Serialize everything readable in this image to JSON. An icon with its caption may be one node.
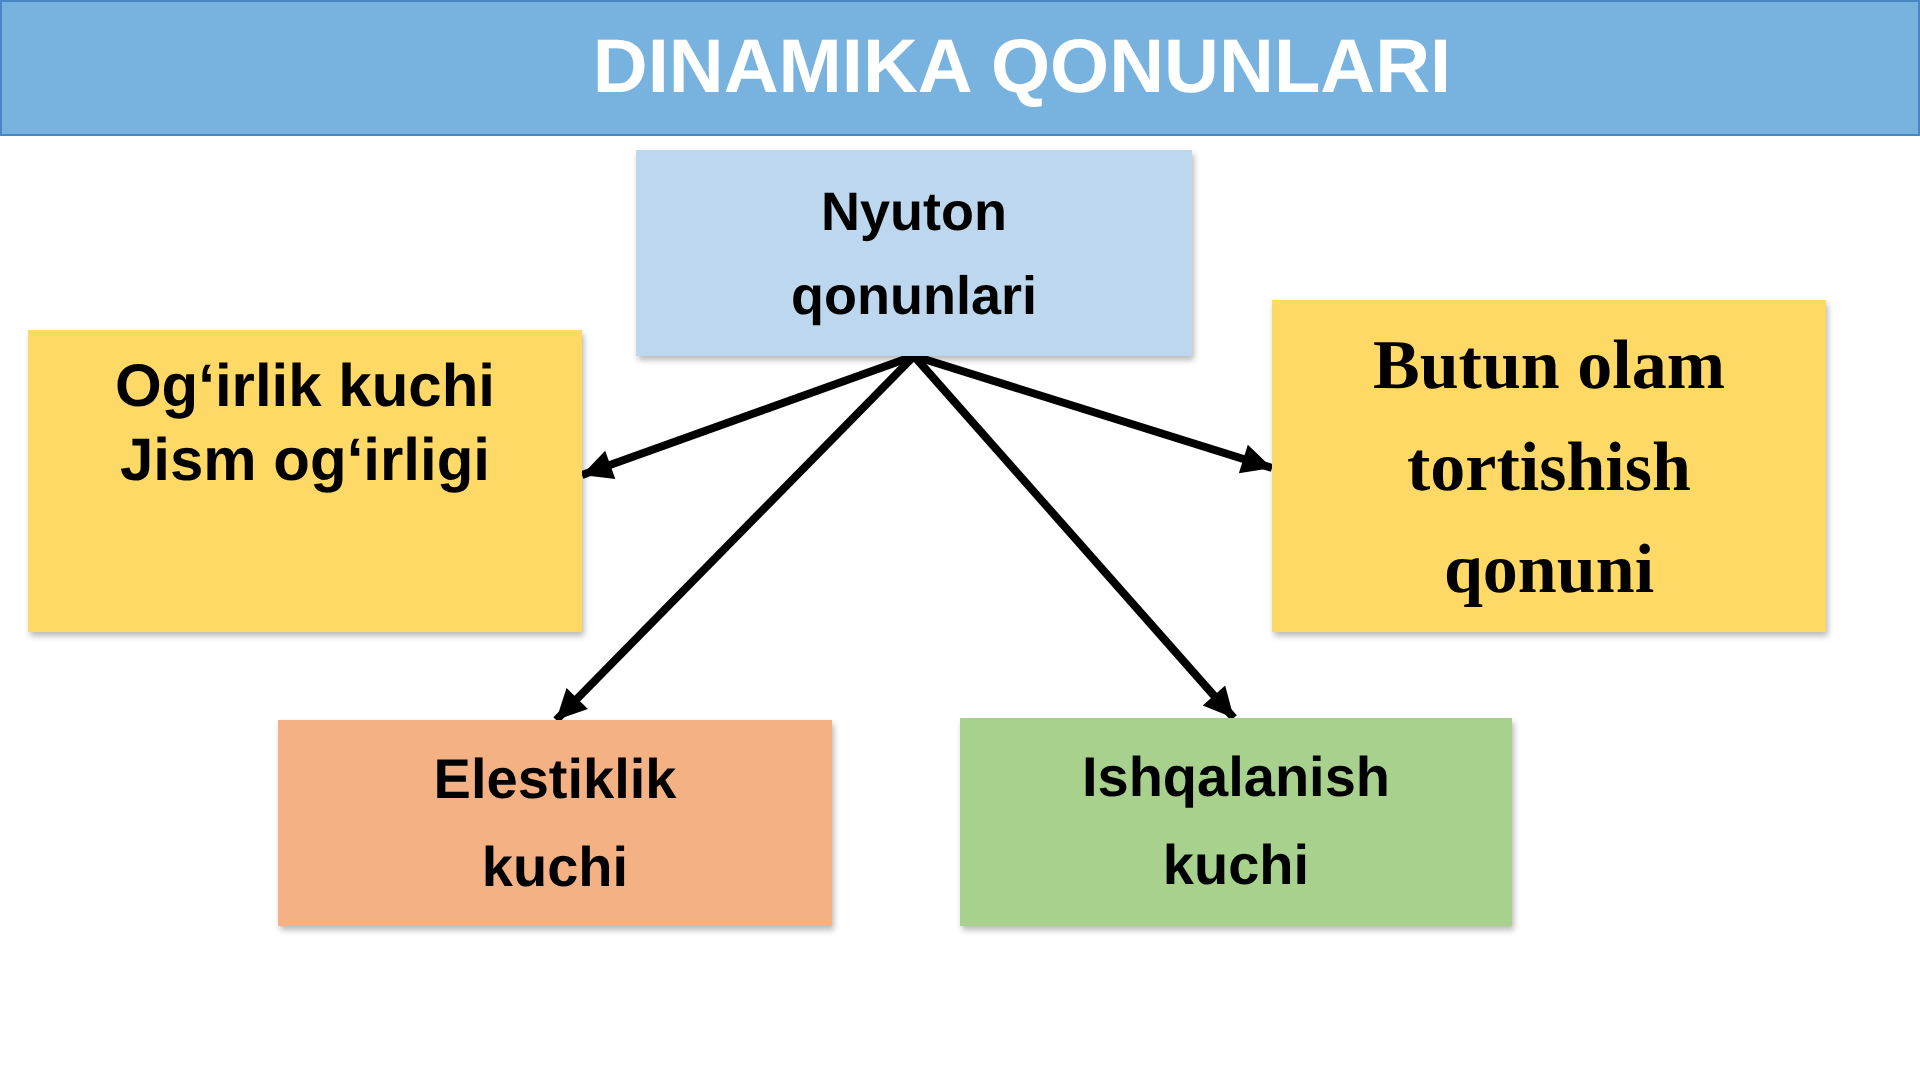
{
  "diagram": {
    "title": "DINAMIKA QONUNLARI",
    "nodes": [
      {
        "text": [
          "Nyuton qonunlari"
        ]
      },
      {
        "text": [
          "Og‘irlik kuchi",
          "Jism og‘irligi"
        ]
      },
      {
        "text": [
          "Butun olam tortishish qonuni"
        ]
      },
      {
        "text": [
          "Elestiklik kuchi"
        ]
      },
      {
        "text": [
          "Ishqalanish kuchi"
        ]
      }
    ],
    "edges": [
      {
        "from": 0,
        "to": 1,
        "arrow": "to"
      },
      {
        "from": 0,
        "to": 2,
        "arrow": "to"
      },
      {
        "from": 0,
        "to": 3,
        "arrow": "to"
      },
      {
        "from": 0,
        "to": 4,
        "arrow": "to"
      }
    ]
  }
}
